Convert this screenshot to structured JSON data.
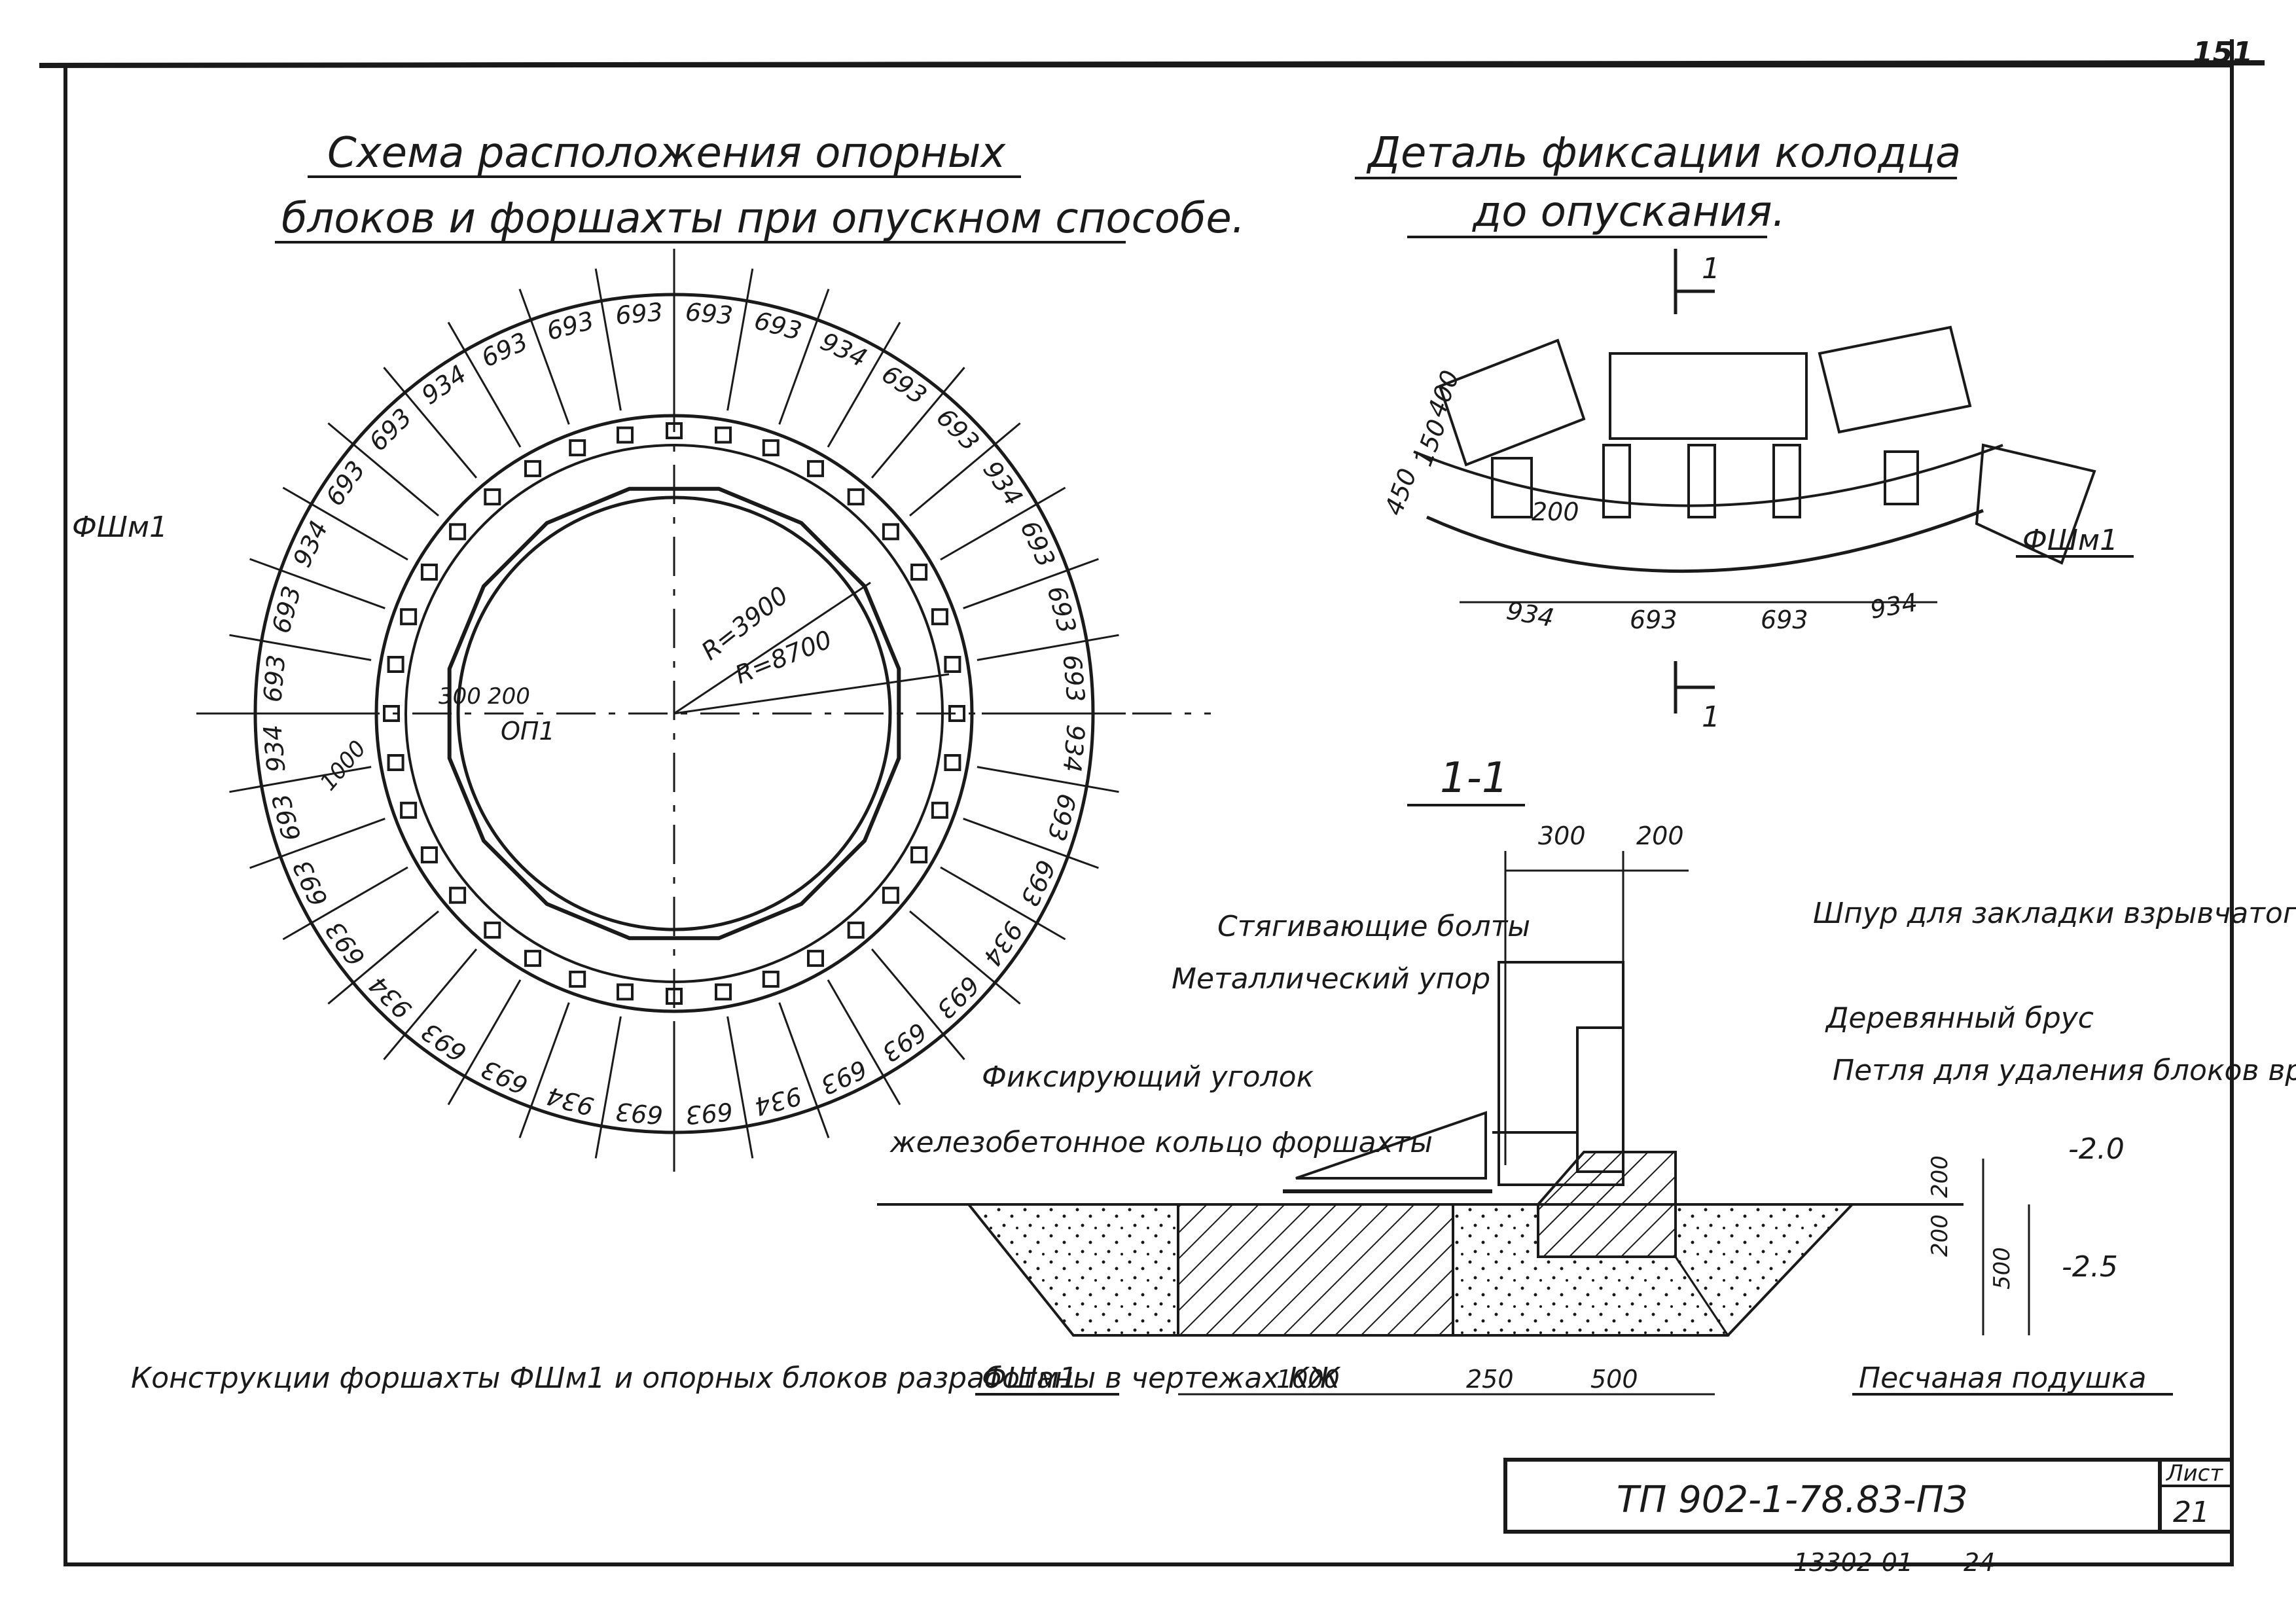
{
  "sheet": {
    "corner_mark": "151",
    "stamp_code": "ТП 902-1-78.83-ПЗ",
    "sheet_label": "Лист",
    "sheet_number": "21",
    "archive_number": "13302-01",
    "page_number": "24"
  },
  "scheme": {
    "title_line1": "Схема расположения опорных",
    "title_line2": "блоков и форшахты при опускном способе.",
    "radius_outer": "R=8700",
    "radius_inner": "R=3900",
    "label_fsh": "ФШм1",
    "label_op": "ОП1",
    "dim_300": "300",
    "dim_200": "200",
    "dim_1000": "1000",
    "segment_dims": [
      "693",
      "693",
      "934",
      "693",
      "693",
      "934",
      "693",
      "693",
      "693",
      "934",
      "693",
      "693",
      "934",
      "693",
      "693",
      "693",
      "934",
      "693",
      "693",
      "934",
      "693",
      "693",
      "934",
      "693",
      "693",
      "693",
      "934",
      "693",
      "693",
      "934",
      "693",
      "693",
      "934",
      "693",
      "693",
      "693"
    ],
    "note": "Конструкции форшахты ФШм1 и опорных блоков разработаны в чертежах КЖ"
  },
  "detail": {
    "title_line1": "Деталь фиксации колодца",
    "title_line2": "до опускания.",
    "section_mark": "1",
    "dims_left": [
      "400",
      "150",
      "450"
    ],
    "dim_200": "200",
    "dims_bottom": [
      "934",
      "693",
      "693",
      "934"
    ],
    "label_fsh": "ФШм1"
  },
  "section": {
    "title": "1-1",
    "top_dims": [
      "300",
      "200"
    ],
    "labels": {
      "bolts": "Стягивающие болты",
      "stop": "Металлический упор",
      "angle": "Фиксирующий уголок",
      "ring": "железобетонное кольцо форшахты",
      "pin": "Шпур для закладки взрывчатого вещества",
      "beam": "Деревянный брус",
      "loop": "Петля для удаления блоков временного основания",
      "sand": "Песчаная подушка",
      "fsh": "ФШм1"
    },
    "levels": [
      "-2.0",
      "-2.5"
    ],
    "right_dims": [
      "200",
      "200",
      "500"
    ],
    "bottom_dims": [
      "1000",
      "250",
      "500"
    ]
  }
}
